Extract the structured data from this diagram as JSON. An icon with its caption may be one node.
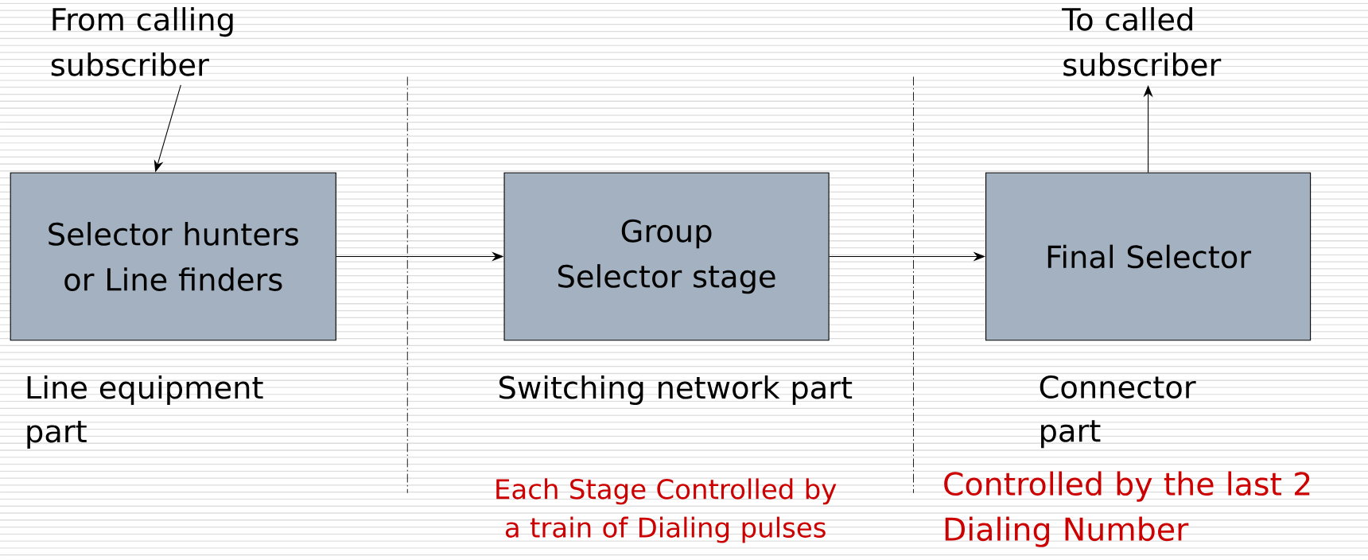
{
  "diagram": {
    "nodes": [
      {
        "text": [
          "From calling subscriber"
        ]
      },
      {
        "text": [
          "Selector hunters or Line finders"
        ]
      },
      {
        "text": [
          "Group Selector stage"
        ]
      },
      {
        "text": [
          "Final Selector"
        ]
      },
      {
        "text": [
          "To called subscriber"
        ]
      }
    ],
    "edges": [
      {
        "from": 0,
        "to": 1,
        "arrow": "to"
      },
      {
        "from": 1,
        "to": 2,
        "arrow": "to"
      },
      {
        "from": 2,
        "to": 3,
        "arrow": "to"
      },
      {
        "from": 3,
        "to": 4,
        "arrow": "to"
      }
    ],
    "labels": [
      "Line equipment part",
      "Switching network part",
      "Connector part",
      "Each Stage Controlled by a train of Dialing pulses",
      "Controlled by the last 2 Dialing Number"
    ]
  }
}
